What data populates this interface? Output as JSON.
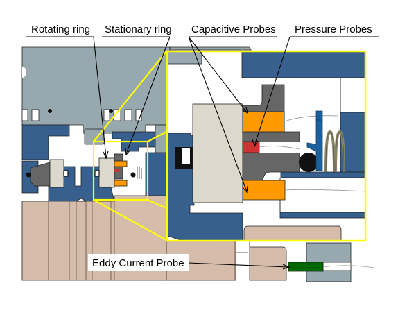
{
  "diagram": {
    "title": "Mechanical seal cross-section with instrumentation",
    "labels": {
      "rotating_ring": "Rotating ring",
      "stationary_ring": "Stationary ring",
      "capacitive_probes": "Capacitive Probes",
      "pressure_probes": "Pressure Probes",
      "eddy_current_probe": "Eddy Current Probe"
    },
    "colors": {
      "housing_gray": "#97a8ae",
      "seal_blue": "#37608f",
      "shaft_tan": "#d5bcab",
      "ring_beige": "#dcd9cc",
      "carrier_gray": "#666666",
      "capacitive_orange": "#ff9900",
      "pressure_red": "#cc3333",
      "eddy_green": "#006600",
      "spring_olive": "#8a8466",
      "clip_blue": "#1c5f9a",
      "zoom_frame_yellow": "#ffff00"
    },
    "components": [
      "Rotating ring",
      "Stationary ring",
      "Capacitive Probes (2)",
      "Pressure Probe",
      "Eddy Current Probe",
      "O-ring",
      "Spring",
      "Retaining clip"
    ]
  }
}
